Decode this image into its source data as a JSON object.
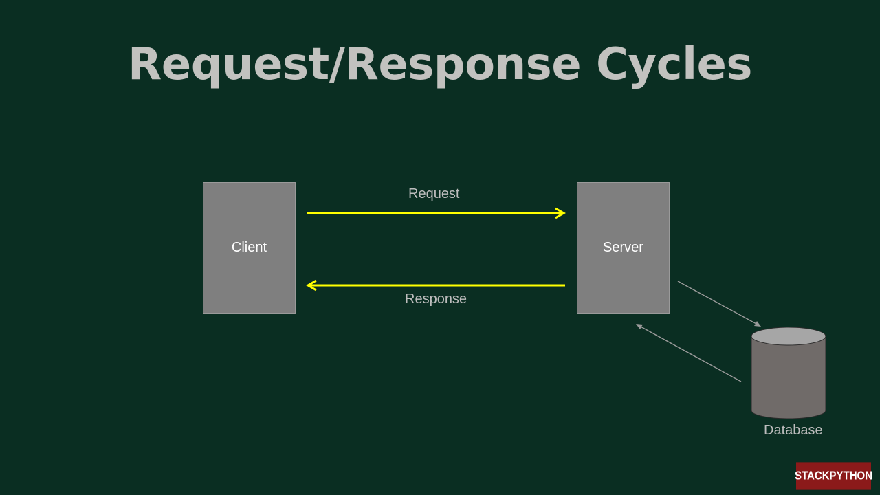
{
  "title": "Request/Response Cycles",
  "nodes": {
    "client": "Client",
    "server": "Server",
    "database": "Database"
  },
  "edges": {
    "request": "Request",
    "response": "Response"
  },
  "badge": "STACKPYTHON",
  "colors": {
    "background": "#0a2e22",
    "title": "#c2c2bf",
    "box_fill": "#7f7f7f",
    "arrow_main": "#ffff00",
    "arrow_db": "#9a9a9a",
    "cylinder_body": "#706b69",
    "cylinder_top": "#a6a6a6",
    "badge_bg": "#8b1a1a"
  }
}
